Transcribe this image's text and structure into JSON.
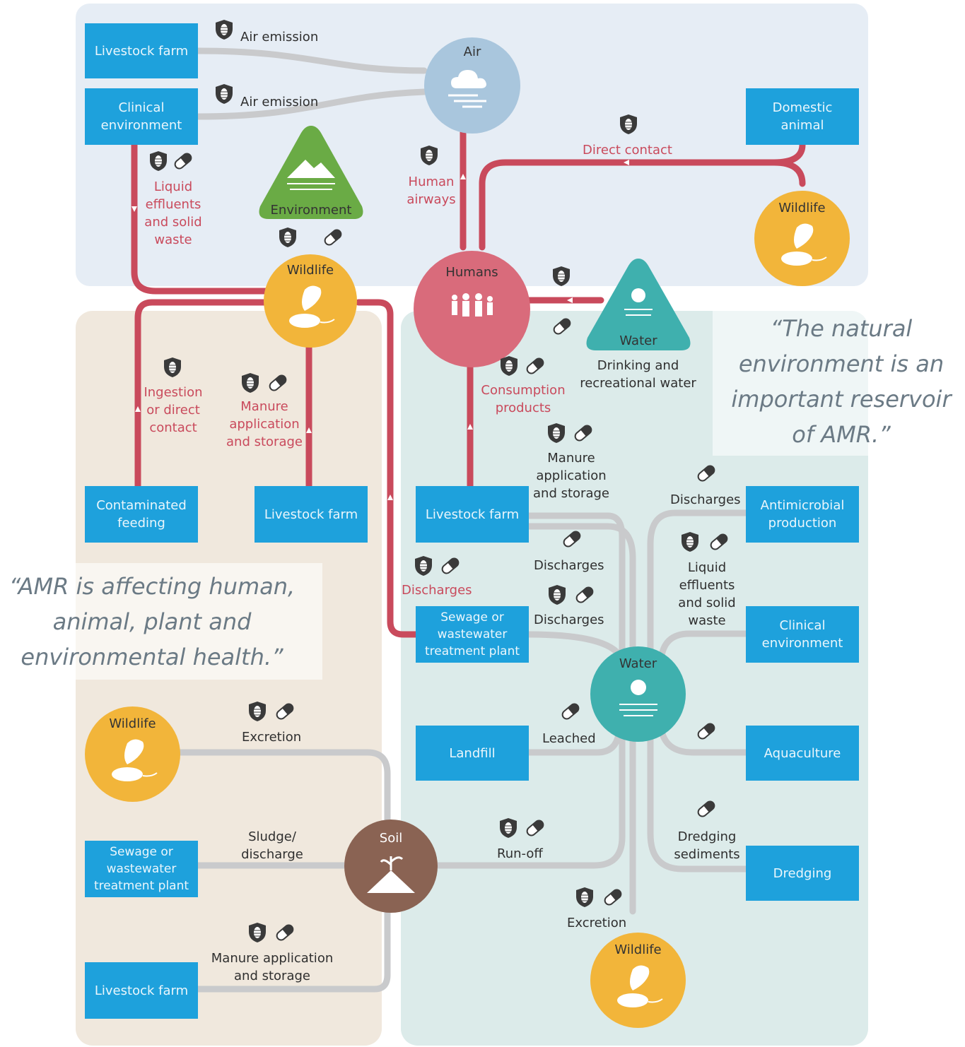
{
  "colors": {
    "box": "#1ea1dc",
    "red_path": "#c94a5c",
    "grey_path": "#c9cacc",
    "wildlife": "#f2b53a",
    "humans": "#d96b7b",
    "air": "#a9c6dd",
    "water": "#3fb0ae",
    "environment": "#6aab45",
    "soil": "#8a6353",
    "region_air": "#e6edf5",
    "region_land": "#f0e8dd",
    "region_water": "#dcebea"
  },
  "icons": {
    "bacteria": "shield-bacteria-icon",
    "antimicrobial": "pill-capsule-icon",
    "wildlife": "bird-and-mouse-icon",
    "humans": "people-group-icon",
    "air": "cloud-wind-icon",
    "water": "water-drop-icon",
    "soil": "plant-hill-icon",
    "environment": "mountain-waves-icon"
  },
  "boxes": {
    "livestock_farm_top": "Livestock farm",
    "clinical_env_top": "Clinical\nenvironment",
    "domestic_animal": "Domestic\nanimal",
    "contaminated_feeding": "Contaminated\nfeeding",
    "livestock_farm_mid": "Livestock farm",
    "livestock_farm_center": "Livestock farm",
    "sewage_center": "Sewage or\nwastewater\ntreatment plant",
    "antimicrobial_production": "Antimicrobial\nproduction",
    "clinical_env_right": "Clinical\nenvironment",
    "landfill": "Landfill",
    "aquaculture": "Aquaculture",
    "dredging": "Dredging",
    "sewage_left": "Sewage or\nwastewater\ntreatment plant",
    "livestock_farm_bottom": "Livestock farm"
  },
  "nodes": {
    "air": "Air",
    "environment": "Environment",
    "wildlife_center": "Wildlife",
    "humans": "Humans",
    "wildlife_right": "Wildlife",
    "water_top": "Water",
    "water_center": "Water",
    "wildlife_left": "Wildlife",
    "soil": "Soil",
    "wildlife_bottom": "Wildlife"
  },
  "labels": {
    "air_emission_1": "Air emission",
    "air_emission_2": "Air emission",
    "direct_contact": "Direct contact",
    "human_airways": "Human\nairways",
    "liquid_effluents_left": "Liquid\neffluents\nand solid\nwaste",
    "ingestion": "Ingestion\nor direct\ncontact",
    "manure_left": "Manure\napplication\nand storage",
    "consumption": "Consumption\nproducts",
    "drinking_water": "Drinking and\nrecreational water",
    "manure_center": "Manure\napplication\nand storage",
    "discharges_antimicrobial": "Discharges",
    "discharges_center_1": "Discharges",
    "discharges_red": "Discharges",
    "discharges_center_2": "Discharges",
    "liquid_effluents_right": "Liquid\neffluents\nand solid\nwaste",
    "excretion_left": "Excretion",
    "leached": "Leached",
    "sludge": "Sludge/\ndischarge",
    "run_off": "Run-off",
    "dredging_sediments": "Dredging\nsediments",
    "excretion_bottom": "Excretion",
    "manure_bottom": "Manure application\nand storage"
  },
  "quotes": {
    "natural_environment": "“The natural\nenvironment is an\nimportant reservoir\nof AMR.”",
    "amr_affecting": "“AMR is affecting human,\nanimal, plant and\nenvironmental health.”"
  }
}
